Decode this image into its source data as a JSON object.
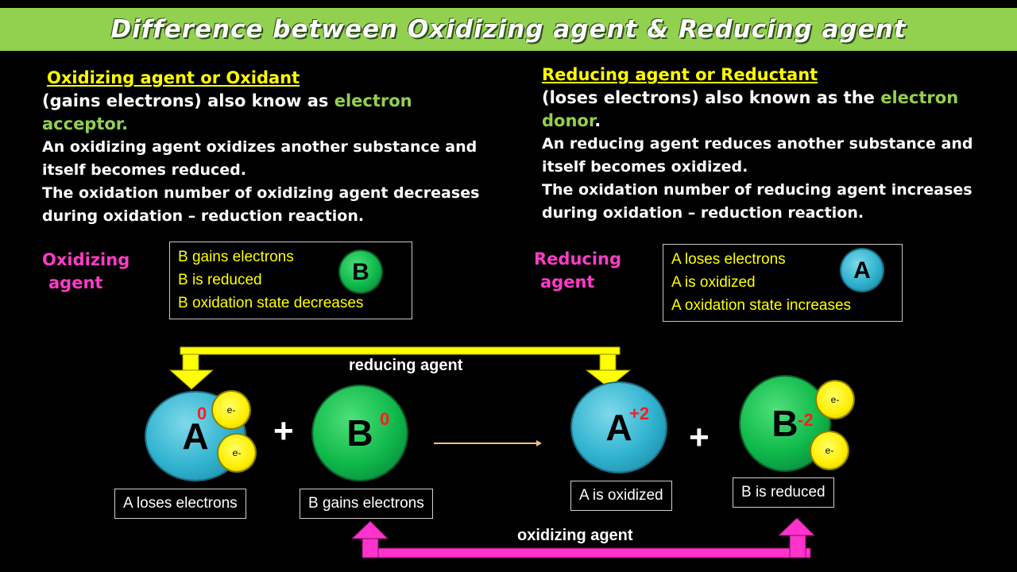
{
  "title": "Difference between Oxidizing agent & Reducing agent",
  "left": {
    "heading": "Oxidizing agent or Oxidant",
    "line1_white": "(gains electrons) also know as ",
    "line1_green": "electron acceptor.",
    "para1": "An oxidizing agent oxidizes another substance and itself becomes reduced.",
    "para2": "The oxidation number of oxidizing agent decreases during oxidation – reduction reaction.",
    "agent_label_1": "Oxidizing",
    "agent_label_2": "agent",
    "box_lines": [
      "B gains electrons",
      "B is reduced",
      "B oxidation state decreases"
    ],
    "box_ball": "B"
  },
  "right": {
    "heading": "Reducing agent or Reductant",
    "line1_white": "(loses electrons) also known as the ",
    "line1_green": "electron donor",
    "line1_end": ".",
    "para1": "An reducing agent reduces another substance and itself becomes oxidized.",
    "para2": "The oxidation number of reducing agent increases during oxidation – reduction reaction.",
    "agent_label_1": "Reducing",
    "agent_label_2": "agent",
    "box_lines": [
      "A  loses electrons",
      "A is oxidized",
      "A oxidation state increases"
    ],
    "box_ball": "A"
  },
  "reaction": {
    "reducing_agent_label": "reducing agent",
    "oxidizing_agent_label": "oxidizing agent",
    "reactant_a": "A",
    "reactant_a_charge": "0",
    "reactant_b": "B",
    "reactant_b_charge": "0",
    "product_a": "A",
    "product_a_charge": "+2",
    "product_b": "B",
    "product_b_charge": "-2",
    "plus": "+",
    "electron": "e-",
    "caption_a_loses": "A  loses electrons",
    "caption_b_gains": "B gains electrons",
    "caption_a_oxidized": "A is oxidized",
    "caption_b_reduced": "B is reduced"
  },
  "colors": {
    "title_bar": "#92d050",
    "heading_yellow": "#ffff00",
    "accent_green": "#92d050",
    "agent_pink": "#ff3cc7",
    "arrow_yellow": "#ffff00",
    "arrow_magenta": "#ff33cc"
  }
}
